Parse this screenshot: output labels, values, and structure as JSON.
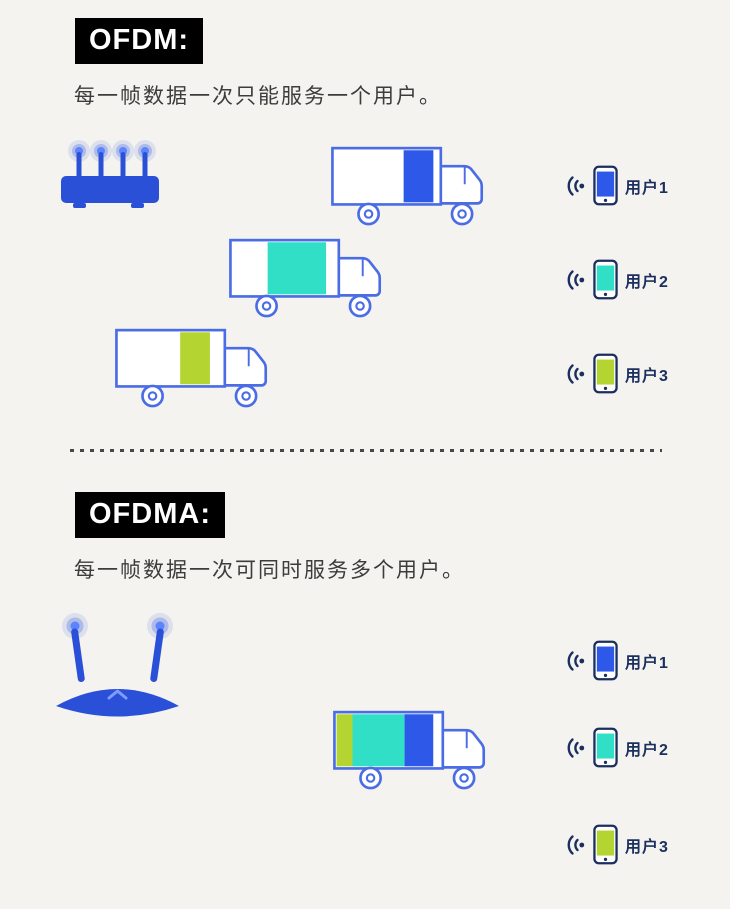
{
  "page": {
    "background": "#f5f3f0"
  },
  "colors": {
    "user1_blue": "#2e59e8",
    "user2_teal": "#30dfc6",
    "user3_green": "#b4d531",
    "truck_outline": "#4a6de5",
    "router_blue": "#2b50d8",
    "label_navy": "#1b2f5e",
    "badge_bg": "#000000",
    "badge_text": "#ffffff"
  },
  "icons": {
    "router_ofdm": "four-antenna-router",
    "router_ofdma": "dual-antenna-router",
    "signal": "wireless-signal-waves",
    "phone": "smartphone"
  },
  "sections": [
    {
      "title": "OFDM:",
      "description": "每一帧数据一次只能服务一个用户。",
      "trucks": [
        {
          "name": "frame-serving-user1",
          "segments": [
            {
              "color": "#2e59e8",
              "start": 65,
              "width": 28
            }
          ]
        },
        {
          "name": "frame-serving-user2",
          "segments": [
            {
              "color": "#30dfc6",
              "start": 33,
              "width": 55
            }
          ]
        },
        {
          "name": "frame-serving-user3",
          "segments": [
            {
              "color": "#b4d531",
              "start": 58,
              "width": 28
            }
          ]
        }
      ],
      "users": [
        {
          "label": "用户1",
          "color": "#2e59e8"
        },
        {
          "label": "用户2",
          "color": "#30dfc6"
        },
        {
          "label": "用户3",
          "color": "#b4d531"
        }
      ]
    },
    {
      "title": "OFDMA:",
      "description": "每一帧数据一次可同时服务多个用户。",
      "trucks": [
        {
          "name": "shared-frame-all-users",
          "segments": [
            {
              "color": "#b4d531",
              "start": 0,
              "width": 15
            },
            {
              "color": "#30dfc6",
              "start": 15,
              "width": 49
            },
            {
              "color": "#2e59e8",
              "start": 64,
              "width": 27
            }
          ]
        }
      ],
      "users": [
        {
          "label": "用户1",
          "color": "#2e59e8"
        },
        {
          "label": "用户2",
          "color": "#30dfc6"
        },
        {
          "label": "用户3",
          "color": "#b4d531"
        }
      ]
    }
  ]
}
